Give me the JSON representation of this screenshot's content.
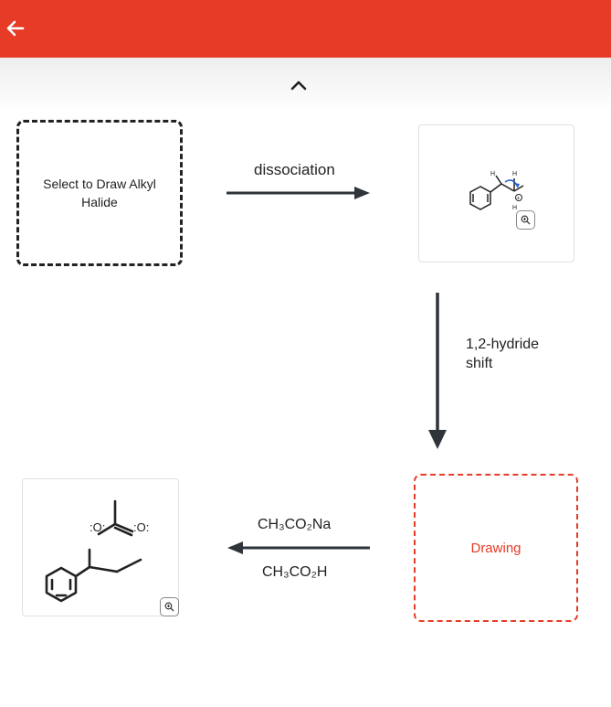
{
  "icons": {
    "back": "arrow-left-icon",
    "collapse": "chevron-up-icon",
    "zoom": "magnifier-zoom-icon"
  },
  "colors": {
    "header": "#e63b27",
    "accent": "#e63b27",
    "text": "#222222",
    "arrow": "#2f343b"
  },
  "steps": {
    "alkyl_halide_placeholder": "Select to Draw Alkyl Halide",
    "dissociation_label": "dissociation",
    "shift_label": "1,2-hydride shift",
    "reagent_top_label": "CH₃CO₂Na",
    "reagent_bottom_label": "CH₃CO₂H",
    "drawing_placeholder": "Drawing"
  },
  "structures": {
    "carbocation_atoms": [
      "H",
      "H",
      "H",
      "+"
    ],
    "product_atoms": [
      ":O:",
      ":O:"
    ]
  }
}
